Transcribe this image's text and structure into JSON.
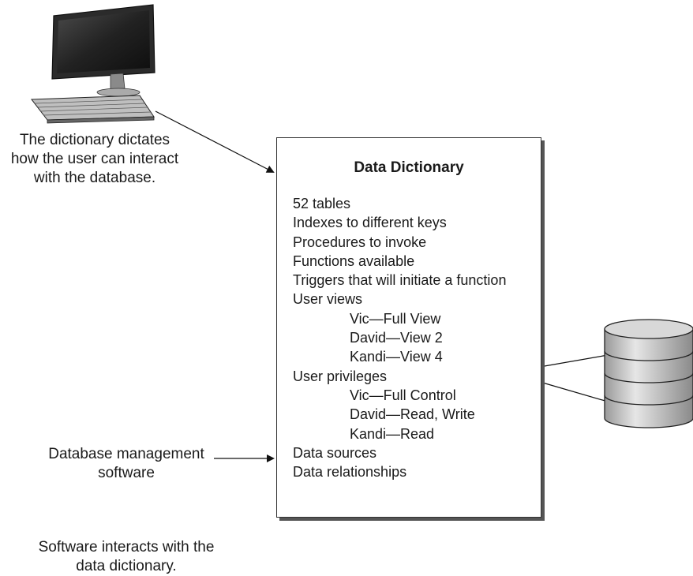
{
  "captions": {
    "computer": [
      "The dictionary dictates",
      "how the user can interact",
      "with the database."
    ],
    "dbms": [
      "Database management",
      "software"
    ],
    "software": [
      "Software interacts with the",
      "data dictionary."
    ]
  },
  "dictionary": {
    "title": "Data Dictionary",
    "items": [
      {
        "text": "52 tables",
        "level": 0
      },
      {
        "text": "Indexes to different keys",
        "level": 0
      },
      {
        "text": "Procedures to invoke",
        "level": 0
      },
      {
        "text": "Functions available",
        "level": 0
      },
      {
        "text": "Triggers that will initiate a function",
        "level": 0
      },
      {
        "text": "User views",
        "level": 0
      },
      {
        "text": "Vic—Full View",
        "level": 1
      },
      {
        "text": "David—View 2",
        "level": 1
      },
      {
        "text": "Kandi—View 4",
        "level": 1
      },
      {
        "text": "User privileges",
        "level": 0
      },
      {
        "text": "Vic—Full Control",
        "level": 1
      },
      {
        "text": "David—Read, Write",
        "level": 1
      },
      {
        "text": "Kandi—Read",
        "level": 1
      },
      {
        "text": "Data sources",
        "level": 0
      },
      {
        "text": "Data relationships",
        "level": 0
      }
    ]
  },
  "icons": {
    "computer": "desktop-computer-icon",
    "database": "database-stack-icon"
  }
}
